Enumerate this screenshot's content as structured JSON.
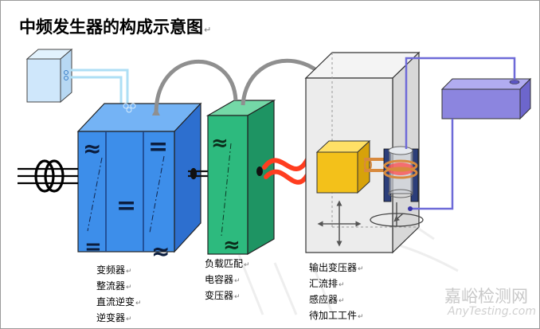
{
  "diagram": {
    "title": "中频发生器的构成示意图",
    "paragraph_mark": "↵",
    "groups": [
      {
        "name": "inverter-unit",
        "items": [
          "变频器",
          "整流器",
          "直流逆变",
          "逆变器"
        ]
      },
      {
        "name": "matching-unit",
        "items": [
          "负载匹配",
          "电容器",
          "变压器"
        ]
      },
      {
        "name": "output-unit",
        "items": [
          "输出变压器",
          "汇流排",
          "感应器",
          "待加工工件"
        ]
      }
    ],
    "symbols": {
      "ac": "≈",
      "dc": "="
    }
  },
  "watermark": {
    "text_cn": "嘉峪检测网",
    "text_en": "AnyTesting.com"
  },
  "colors": {
    "inverter_front": "#3d8eea",
    "inverter_side": "#2d6fcf",
    "inverter_top": "#74b3f5",
    "matching_front": "#2dba7e",
    "matching_side": "#1e9463",
    "output_box_face": "#ececec",
    "transformer_block": "#f3c11a",
    "busbar": "#ff3d1f",
    "water_tank": "#cfe7fb",
    "cooling_pipe": "#aedff5",
    "control_box": "#8c85df",
    "signal_line": "#6e6ad8",
    "arrow_gray": "#8f8f8f"
  }
}
